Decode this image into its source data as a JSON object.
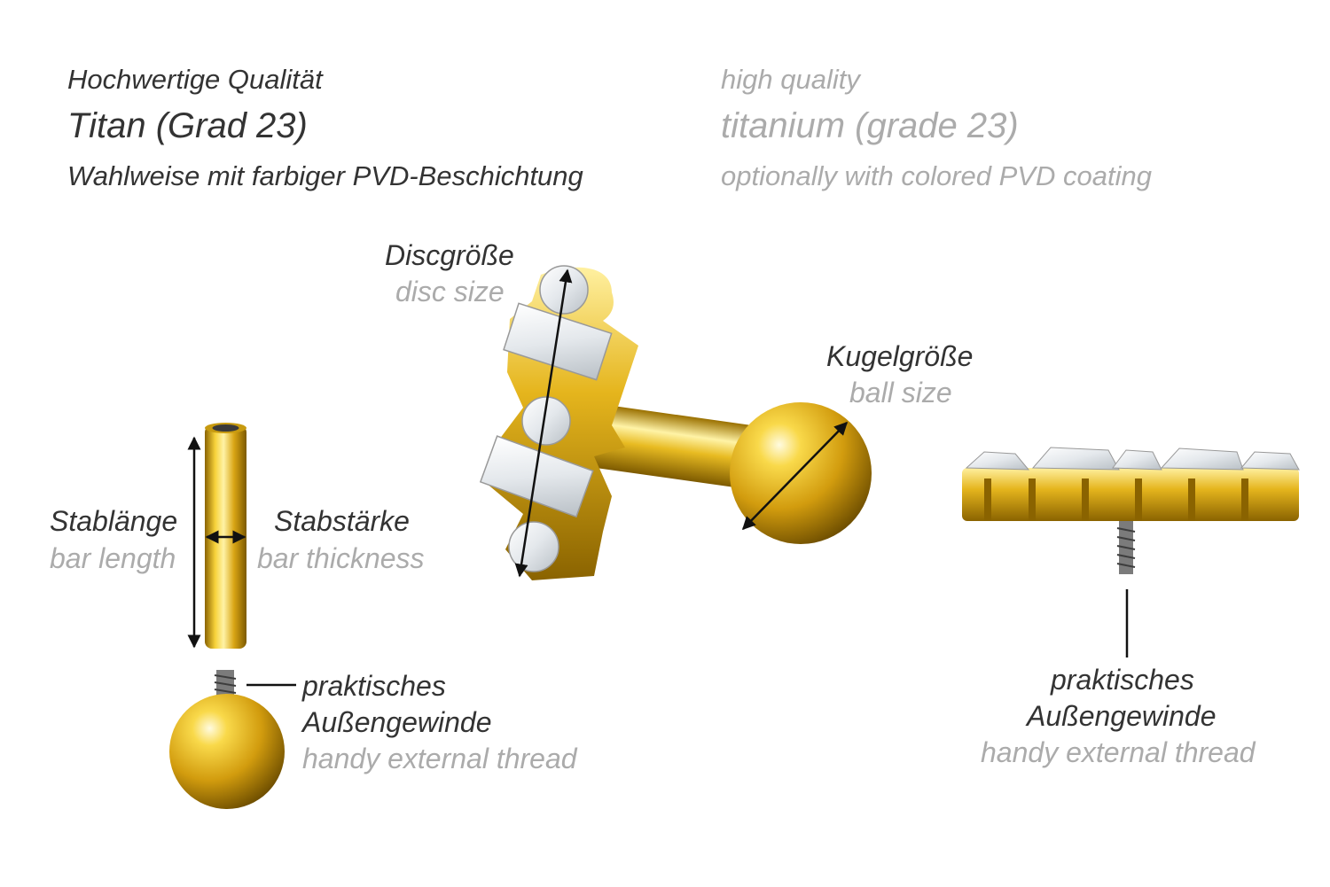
{
  "header": {
    "de": {
      "quality": "Hochwertige Qualität",
      "material": "Titan (Grad 23)",
      "coating": "Wahlweise mit farbiger PVD-Beschichtung"
    },
    "en": {
      "quality": "high quality",
      "material": "titanium (grade 23)",
      "coating": "optionally with colored PVD coating"
    }
  },
  "labels": {
    "disc_size": {
      "de": "Discgröße",
      "en": "disc size"
    },
    "ball_size": {
      "de": "Kugelgröße",
      "en": "ball size"
    },
    "bar_length": {
      "de": "Stablänge",
      "en": "bar length"
    },
    "bar_thickness": {
      "de": "Stabstärke",
      "en": "bar thickness"
    },
    "thread_left": {
      "de_line1": "praktisches",
      "de_line2": "Außengewinde",
      "en": "handy external thread"
    },
    "thread_right": {
      "de_line1": "praktisches",
      "de_line2": "Außengewinde",
      "en": "handy external thread"
    }
  },
  "colors": {
    "text_dark": "#333333",
    "text_grey": "#ababab",
    "gold": "#e2b41c",
    "gold_dark": "#8a6300",
    "gold_light": "#fff3a6",
    "line": "#111111"
  },
  "icons": [
    "gold-ball-icon",
    "bar-icon",
    "crystal-top-icon",
    "crystal-side-icon",
    "thread-icon"
  ]
}
